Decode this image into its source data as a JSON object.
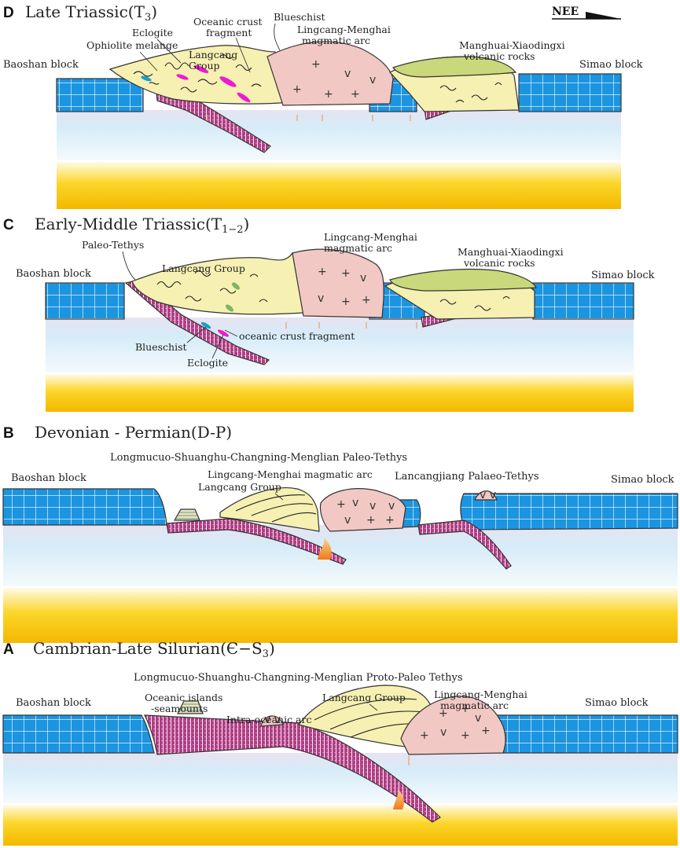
{
  "panels": {
    "d": {
      "letter": "D",
      "title": "Late Triassic(T",
      "title_sub": "3",
      "title_end": ")",
      "west_block": "Baoshan block",
      "east_block": "Simao block",
      "direction": "NEE",
      "labels": {
        "ophiolite": "Ophiolite melange",
        "eclogite": "Eclogite",
        "langcang_1": "Langcang",
        "langcang_2": "Group",
        "oceanic_1": "Oceanic crust",
        "oceanic_2": "fragment",
        "blueschist": "Blueschist",
        "arc_1": "Lingcang-Menghai",
        "arc_2": "magmatic arc",
        "volcanic_1": "Manghuai-Xiaodingxi",
        "volcanic_2": "volcanic rocks"
      }
    },
    "c": {
      "letter": "C",
      "title": "Early-Middle Triassic(T",
      "title_sub": "1−2",
      "title_end": ")",
      "west_block": "Baoshan block",
      "east_block": "Simao block",
      "labels": {
        "paleo_tethys": "Paleo-Tethys",
        "langcang": "Langcang Group",
        "arc_1": "Lingcang-Menghai",
        "arc_2": "magmatic arc",
        "volcanic_1": "Manghuai-Xiaodingxi",
        "volcanic_2": "volcanic rocks",
        "oceanic": "oceanic crust fragment",
        "blueschist": "Blueschist",
        "eclogite": "Eclogite"
      }
    },
    "b": {
      "letter": "B",
      "title": "Devonian - Permian(D-P)",
      "west_block": "Baoshan block",
      "east_block": "Simao block",
      "labels": {
        "ocean": "Longmucuo-Shuanghu-Changning-Menglian Paleo-Tethys",
        "arc": "Lingcang-Menghai magmatic arc",
        "langcang": "Langcang Group",
        "lancangjiang": "Lancangjiang Palaeo-Tethys"
      }
    },
    "a": {
      "letter": "A",
      "title": "Cambrian-Late Silurian(Є−S",
      "title_sub": "3",
      "title_end": ")",
      "west_block": "Baoshan block",
      "east_block": "Simao block",
      "labels": {
        "ocean": "Longmucuo-Shuanghu-Changning-Menglian Proto-Paleo Tethys",
        "islands_1": "Oceanic islands",
        "islands_2": "-seamounts",
        "intra_arc": "Intra-oceanic arc",
        "langcang": "Langcang Group",
        "arc_1": "Lingcang-Menghai",
        "arc_2": "magmatic arc"
      }
    }
  },
  "colors": {
    "craton_blue": "#1b95e0",
    "craton_grid": "#ffffff",
    "mantle_lavender": "#e4e2f0",
    "mantle_sky": "#cdeaf8",
    "asthenosphere_yellow": "#f9cf1a",
    "oceanic_plate_purple": "#a8357a",
    "arc_pink": "#f2c8c4",
    "langcang_yellow": "#f6f0b2",
    "volcanic_green": "#c9d87a",
    "eclogite_magenta": "#ee1ad2",
    "blueschist_cyan": "#1aa0c8",
    "melt_orange": "#f39c3c"
  }
}
